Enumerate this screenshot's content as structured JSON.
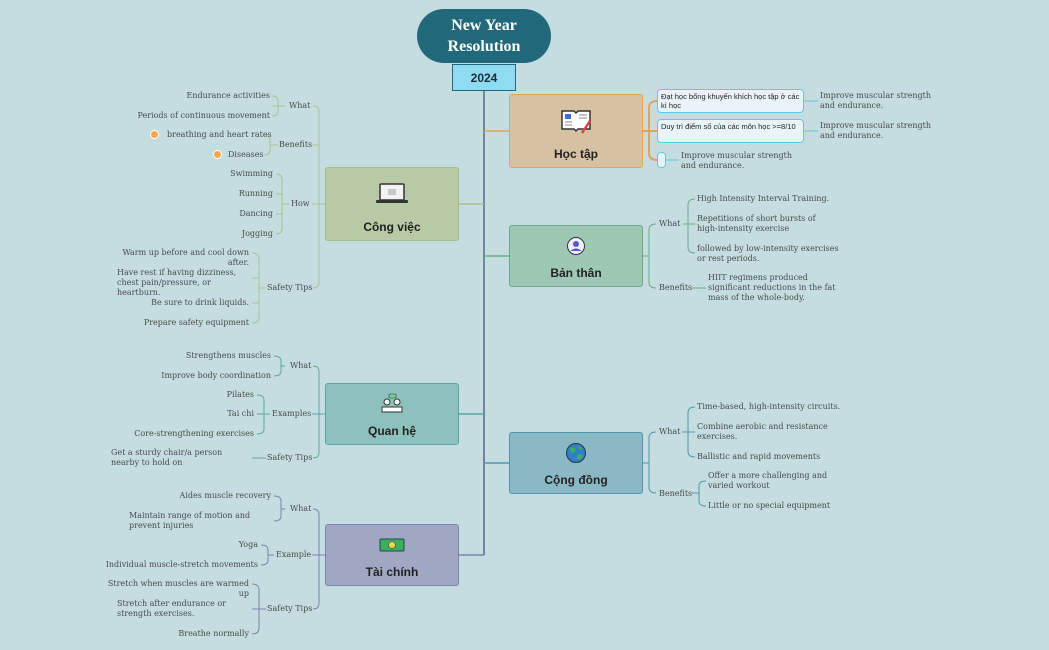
{
  "root": {
    "title": "New Year Resolution",
    "year": "2024"
  },
  "colors": {
    "background": "#c5dde1",
    "root": "#21687a",
    "year": "#8fdcf2"
  },
  "left": [
    {
      "label": "Công việc",
      "icon": "laptop-icon",
      "color": "#b8caa5",
      "border": "#9db58a",
      "branches": [
        {
          "label": "What",
          "items": [
            "Endurance activities",
            "Periods of continuous movement"
          ]
        },
        {
          "label": "Benefits",
          "items": [
            "breathing and heart rates",
            "Diseases"
          ]
        },
        {
          "label": "How",
          "items": [
            "Swimming",
            "Running",
            "Dancing",
            "Jogging"
          ]
        },
        {
          "label": "Safety Tips",
          "items": [
            "Warm up before and cool down after.",
            "Have rest if having dizziness, chest pain/pressure, or heartburn.",
            "Be sure to drink liquids.",
            "Prepare safety equipment"
          ]
        }
      ]
    },
    {
      "label": "Quan hệ",
      "icon": "meeting-icon",
      "color": "#8dc1bd",
      "border": "#5aa7a1",
      "branches": [
        {
          "label": "What",
          "items": [
            "Strengthens muscles",
            "Improve body coordination"
          ]
        },
        {
          "label": "Examples",
          "items": [
            "Pilates",
            "Tai chi",
            "Core-strengthening exercises"
          ]
        },
        {
          "label": "Safety Tips",
          "items": [
            "Get a sturdy chair/a person nearby to hold on"
          ]
        }
      ]
    },
    {
      "label": "Tài chính",
      "icon": "money-icon",
      "color": "#9fa7c3",
      "border": "#7a84ad",
      "branches": [
        {
          "label": "What",
          "items": [
            "Aides muscle recovery",
            "Maintain range of motion and prevent injuries"
          ]
        },
        {
          "label": "Example",
          "items": [
            "Yoga",
            "Individual muscle-stretch movements"
          ]
        },
        {
          "label": "Safety Tips",
          "items": [
            "Stretch when muscles are warmed up",
            "Stretch after endurance or strength exercises.",
            "Breathe normally"
          ]
        }
      ]
    }
  ],
  "right": [
    {
      "label": "Học tập",
      "icon": "book-icon",
      "color": "#d6c2a3",
      "border": "#e0a55a",
      "boxes": [
        {
          "text": "Đạt học bổng khuyến khích học tập ở các kì học",
          "note": "Improve muscular strength and endurance."
        },
        {
          "text": "Duy trì điểm số của các môn học >=8/10",
          "note": "Improve muscular strength and endurance."
        },
        {
          "text": "",
          "note": "Improve muscular strength and endurance."
        }
      ]
    },
    {
      "label": "Bản thân",
      "icon": "person-icon",
      "color": "#9dc8b3",
      "border": "#6aab8c",
      "branches": [
        {
          "label": "What",
          "items": [
            "High Intensity Interval Training.",
            "Repetitions of short bursts of high-intensity exercise",
            "followed by low-intensity exercises or rest periods."
          ]
        },
        {
          "label": "Benefits",
          "items": [
            "HIIT regimens produced significant reductions in the fat mass of the whole-body."
          ]
        }
      ]
    },
    {
      "label": "Cộng đồng",
      "icon": "globe-icon",
      "color": "#8ab9c5",
      "border": "#4f97ab",
      "branches": [
        {
          "label": "What",
          "items": [
            "Time-based, high-intensity circuits.",
            "Combine aerobic and resistance exercises.",
            "Ballistic and rapid movements"
          ]
        },
        {
          "label": "Benefits",
          "items": [
            "Offer a more challenging and varied workout",
            "Little or no special equipment"
          ]
        }
      ]
    }
  ]
}
